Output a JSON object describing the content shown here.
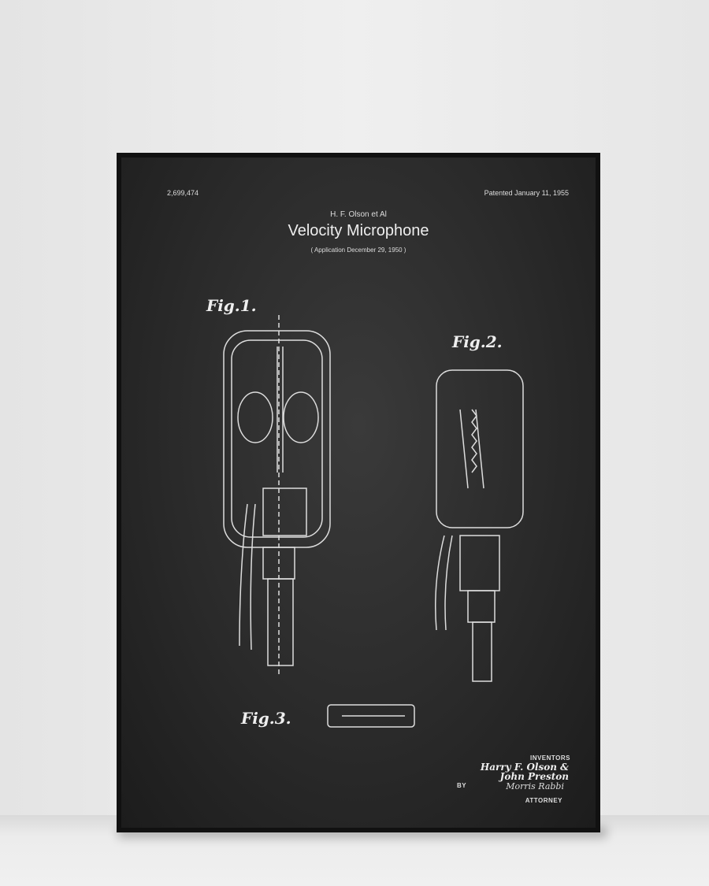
{
  "poster": {
    "patent_number": "2,699,474",
    "patented": "Patented January 11, 1955",
    "authors": "H. F. Olson et Al",
    "title": "Velocity Microphone",
    "application": "( Application December 29, 1950 )",
    "figures": [
      "Fig.1.",
      "Fig.2.",
      "Fig.3."
    ],
    "inventors_label": "INVENTORS",
    "inventors": [
      "Harry F. Olson &",
      "John Preston"
    ],
    "by_label": "BY",
    "signature": "Morris Rabbi",
    "attorney_label": "ATTORNEY"
  }
}
